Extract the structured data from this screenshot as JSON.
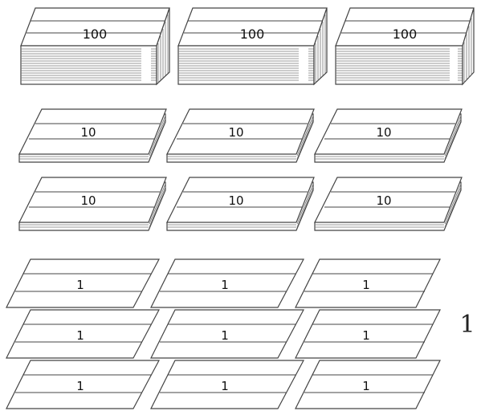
{
  "hundreds": {
    "label": "100",
    "count": 3
  },
  "tens": {
    "label": "10",
    "count": 6
  },
  "ones": {
    "label": "1",
    "count": 9
  },
  "side_label": "1",
  "colors": {
    "stroke": "#444444",
    "fill": "#ffffff",
    "text": "#111111"
  }
}
